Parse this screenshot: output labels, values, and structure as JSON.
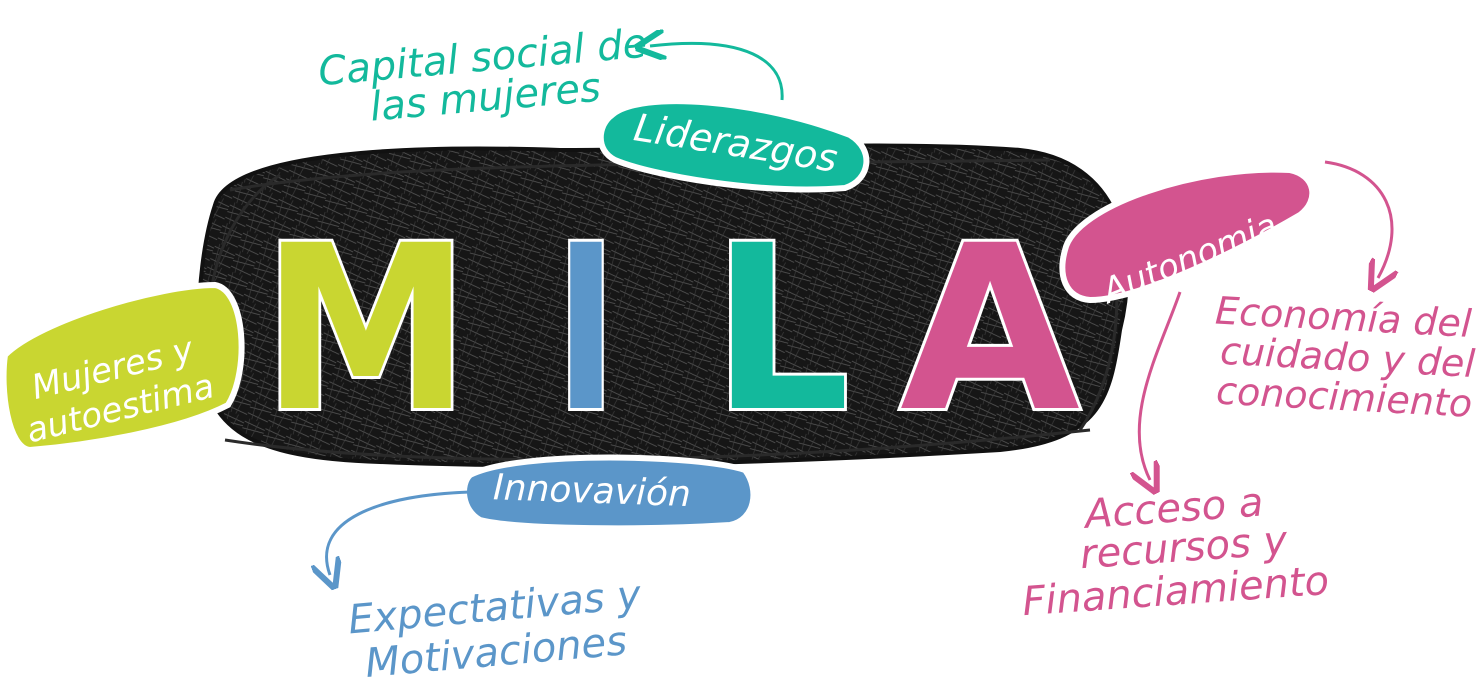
{
  "title_letters": [
    "M",
    "I",
    "L",
    "A"
  ],
  "colors": {
    "lime": "#c9d631",
    "blue": "#5b96c9",
    "teal": "#13b99c",
    "pink": "#d3548f",
    "black": "#141414"
  },
  "labels": {
    "liderazgos": "Liderazgos",
    "autonomia": "Autonomia",
    "mujeres_line1": "Mujeres y",
    "mujeres_line2": "autoestima",
    "innovacion": "Innovavión"
  },
  "notes": {
    "capital_line1": "Capital social de",
    "capital_line2": "las mujeres",
    "economia_line1": "Economía del",
    "economia_line2": "cuidado y del",
    "economia_line3": "conocimiento",
    "acceso_line1": "Acceso a",
    "acceso_line2": "recursos y",
    "acceso_line3": "Financiamiento",
    "expectativas_line1": "Expectativas y",
    "expectativas_line2": "Motivaciones"
  }
}
